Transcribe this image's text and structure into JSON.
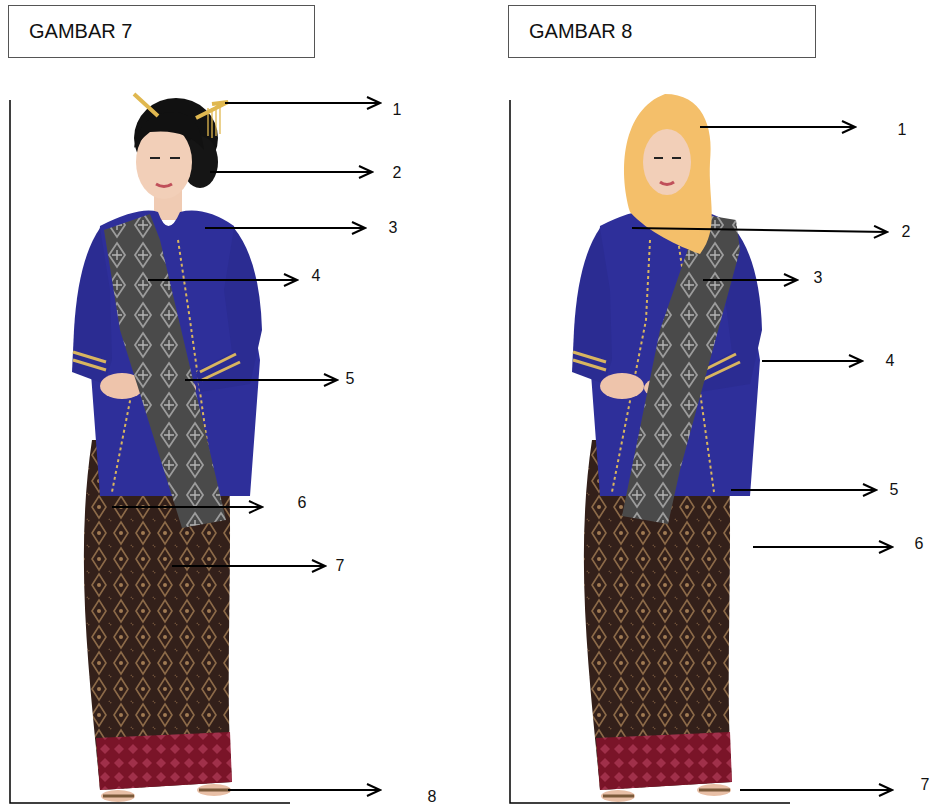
{
  "diagram": {
    "nodes": [
      {
        "text": [
          "GAMBAR 7"
        ]
      },
      {
        "text": [
          "GAMBAR 8"
        ]
      }
    ],
    "labels": [
      "1",
      "2",
      "3",
      "4",
      "5",
      "6",
      "7",
      "8",
      "1",
      "2",
      "3",
      "4",
      "5",
      "6",
      "7"
    ]
  }
}
